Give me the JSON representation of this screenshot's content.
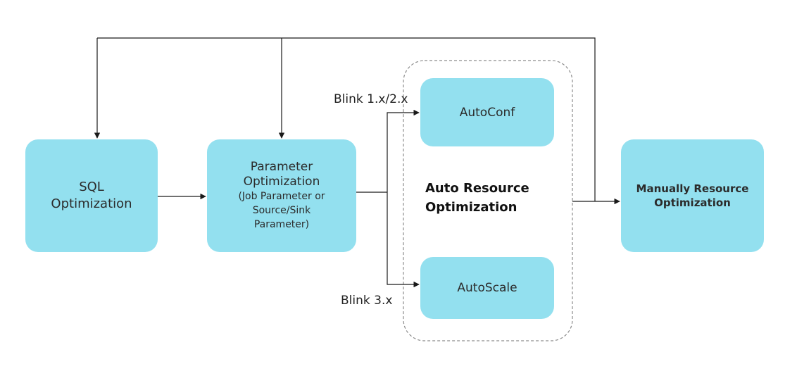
{
  "diagram": {
    "nodes": {
      "sql": {
        "lines": [
          "SQL",
          "Optimization"
        ]
      },
      "parameter": {
        "title_lines": [
          "Parameter",
          "Optimization"
        ],
        "sub_lines": [
          "(Job Parameter or",
          "Source/Sink",
          "Parameter)"
        ]
      },
      "autoconf": {
        "label": "AutoConf"
      },
      "autoscale": {
        "label": "AutoScale"
      },
      "manual": {
        "lines": [
          "Manually Resource",
          "Optimization"
        ]
      }
    },
    "group": {
      "label_lines": [
        "Auto Resource",
        "Optimization"
      ]
    },
    "edge_labels": {
      "blink_12": "Blink 1.x/2.x",
      "blink_3": "Blink 3.x"
    }
  },
  "colors": {
    "node_fill": "#93e0ef",
    "edge": "#1a1a1a",
    "group_border": "#8c8c8c"
  }
}
